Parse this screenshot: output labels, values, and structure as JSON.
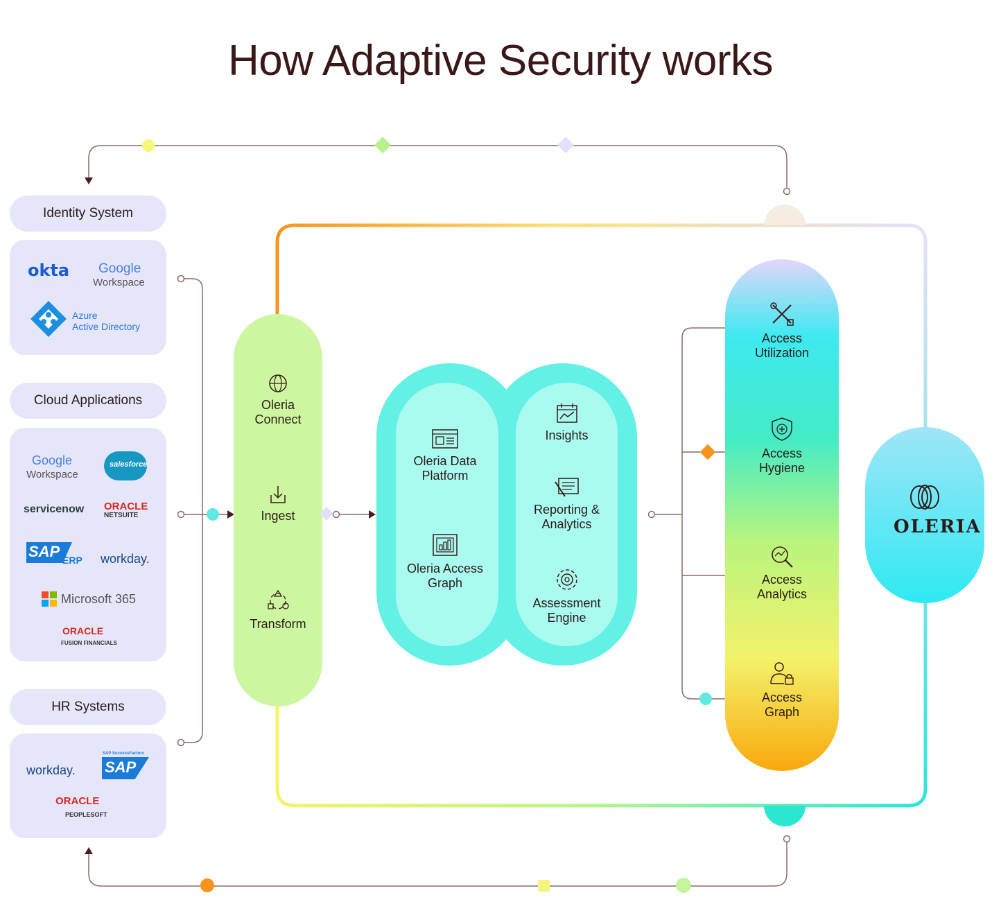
{
  "title": "How Adaptive Security works",
  "sources": {
    "identity": {
      "label": "Identity System",
      "logos": {
        "okta": "okta",
        "google": "Google",
        "google_sub": "Workspace",
        "azure1": "Azure",
        "azure2": "Active Directory"
      }
    },
    "cloud": {
      "label": "Cloud Applications",
      "logos": {
        "google": "Google",
        "google_sub": "Workspace",
        "salesforce": "salesforce",
        "servicenow": "servicenow",
        "oracle": "ORACLE",
        "oracle_sub": "NETSUITE",
        "sap": "SAP",
        "sap_sub": "ERP",
        "workday": "workday.",
        "ms365": "Microsoft 365",
        "oracle2": "ORACLE",
        "oracle2_sub": "FUSION FINANCIALS"
      }
    },
    "hr": {
      "label": "HR Systems",
      "logos": {
        "workday": "workday.",
        "sap_top": "SAP SuccessFactors",
        "sap": "SAP",
        "oracle": "ORACLE",
        "oracle_sub": "PEOPLESOFT"
      }
    }
  },
  "ingest": {
    "connect1": "Oleria",
    "connect2": "Connect",
    "ingest": "Ingest",
    "transform": "Transform"
  },
  "platform": {
    "data1": "Oleria Data",
    "data2": "Platform",
    "graph1": "Oleria Access",
    "graph2": "Graph",
    "insights": "Insights",
    "report1": "Reporting &",
    "report2": "Analytics",
    "assess1": "Assessment",
    "assess2": "Engine"
  },
  "outputs": {
    "util1": "Access",
    "util2": "Utilization",
    "hyg1": "Access",
    "hyg2": "Hygiene",
    "anal1": "Access",
    "anal2": "Analytics",
    "graph1": "Access",
    "graph2": "Graph"
  },
  "brand": {
    "name": "OLERIA",
    "tm": "™"
  },
  "colors": {
    "text": "#3b1818",
    "card": "#e6e6fa",
    "lime": "#ccf7a0",
    "cyan": "#63f1e6",
    "cyan_inner": "#a9fbf0",
    "orange": "#f7941d"
  }
}
